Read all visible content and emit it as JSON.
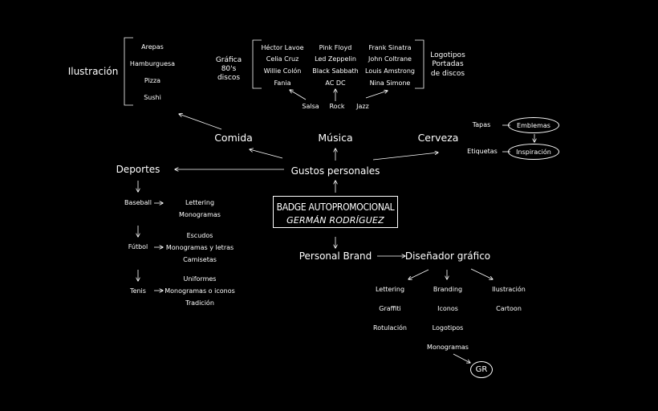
{
  "center": {
    "title": "BADGE AUTOPROMOCIONAL",
    "author": "GERMÁN RODRÍGUEZ"
  },
  "gustos": "Gustos personales",
  "comida": {
    "label": "Comida",
    "group_label": "Ilustración",
    "items": [
      "Arepas",
      "Hamburguesa",
      "Pizza",
      "Sushi"
    ]
  },
  "musica": {
    "label": "Música",
    "left_label": "Gráfica 80's discos",
    "right_label": "Logotipos Portadas de discos",
    "genres": [
      "Salsa",
      "Rock",
      "Jazz"
    ],
    "salsa": [
      "Héctor Lavoe",
      "Celia Cruz",
      "Willie Colón",
      "Fania"
    ],
    "rock": [
      "Pink Floyd",
      "Led Zeppelin",
      "Black Sabbath",
      "AC DC"
    ],
    "jazz": [
      "Frank Sinatra",
      "John Coltrane",
      "Louis Amstrong",
      "Nina Simone"
    ]
  },
  "cerveza": {
    "label": "Cerveza",
    "items": [
      "Tapas",
      "Etiquetas"
    ],
    "ovals": [
      "Emblemas",
      "Inspiración"
    ]
  },
  "deportes": {
    "label": "Deportes",
    "baseball": {
      "label": "Baseball",
      "items": [
        "Lettering",
        "Monogramas"
      ]
    },
    "futbol": {
      "label": "Fútbol",
      "items": [
        "Escudos",
        "Monogramas y letras",
        "Camisetas"
      ]
    },
    "tenis": {
      "label": "Tenis",
      "items": [
        "Uniformes",
        "Monogramas o iconos",
        "Tradición"
      ]
    }
  },
  "brand": {
    "personal": "Personal Brand",
    "designer": "Diseñador gráfico",
    "col1": [
      "Lettering",
      "Graffiti",
      "Rotulación"
    ],
    "col2": [
      "Branding",
      "Iconos",
      "Logotipos",
      "Monogramas"
    ],
    "col3": [
      "Ilustración",
      "Cartoon"
    ],
    "final": "GR"
  }
}
